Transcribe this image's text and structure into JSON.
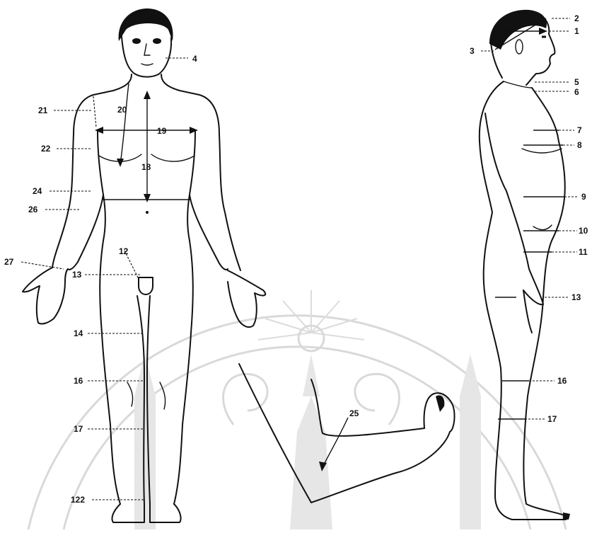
{
  "front_labels": {
    "l4": "4",
    "l12": "12",
    "l13": "13",
    "l14": "14",
    "l16": "16",
    "l17": "17",
    "l18": "18",
    "l19": "19",
    "l20": "20",
    "l21": "21",
    "l22": "22",
    "l24": "24",
    "l26": "26",
    "l27": "27",
    "l122": "122"
  },
  "side_labels": {
    "l1": "1",
    "l2": "2",
    "l3": "3",
    "l5": "5",
    "l6": "6",
    "l7": "7",
    "l8": "8",
    "l9": "9",
    "l10": "10",
    "l11": "11",
    "l13": "13",
    "l16": "16",
    "l17": "17"
  },
  "arm_labels": {
    "l25": "25"
  },
  "colors": {
    "ink": "#111111",
    "watermark": "#d9d9d9",
    "background": "#ffffff"
  }
}
